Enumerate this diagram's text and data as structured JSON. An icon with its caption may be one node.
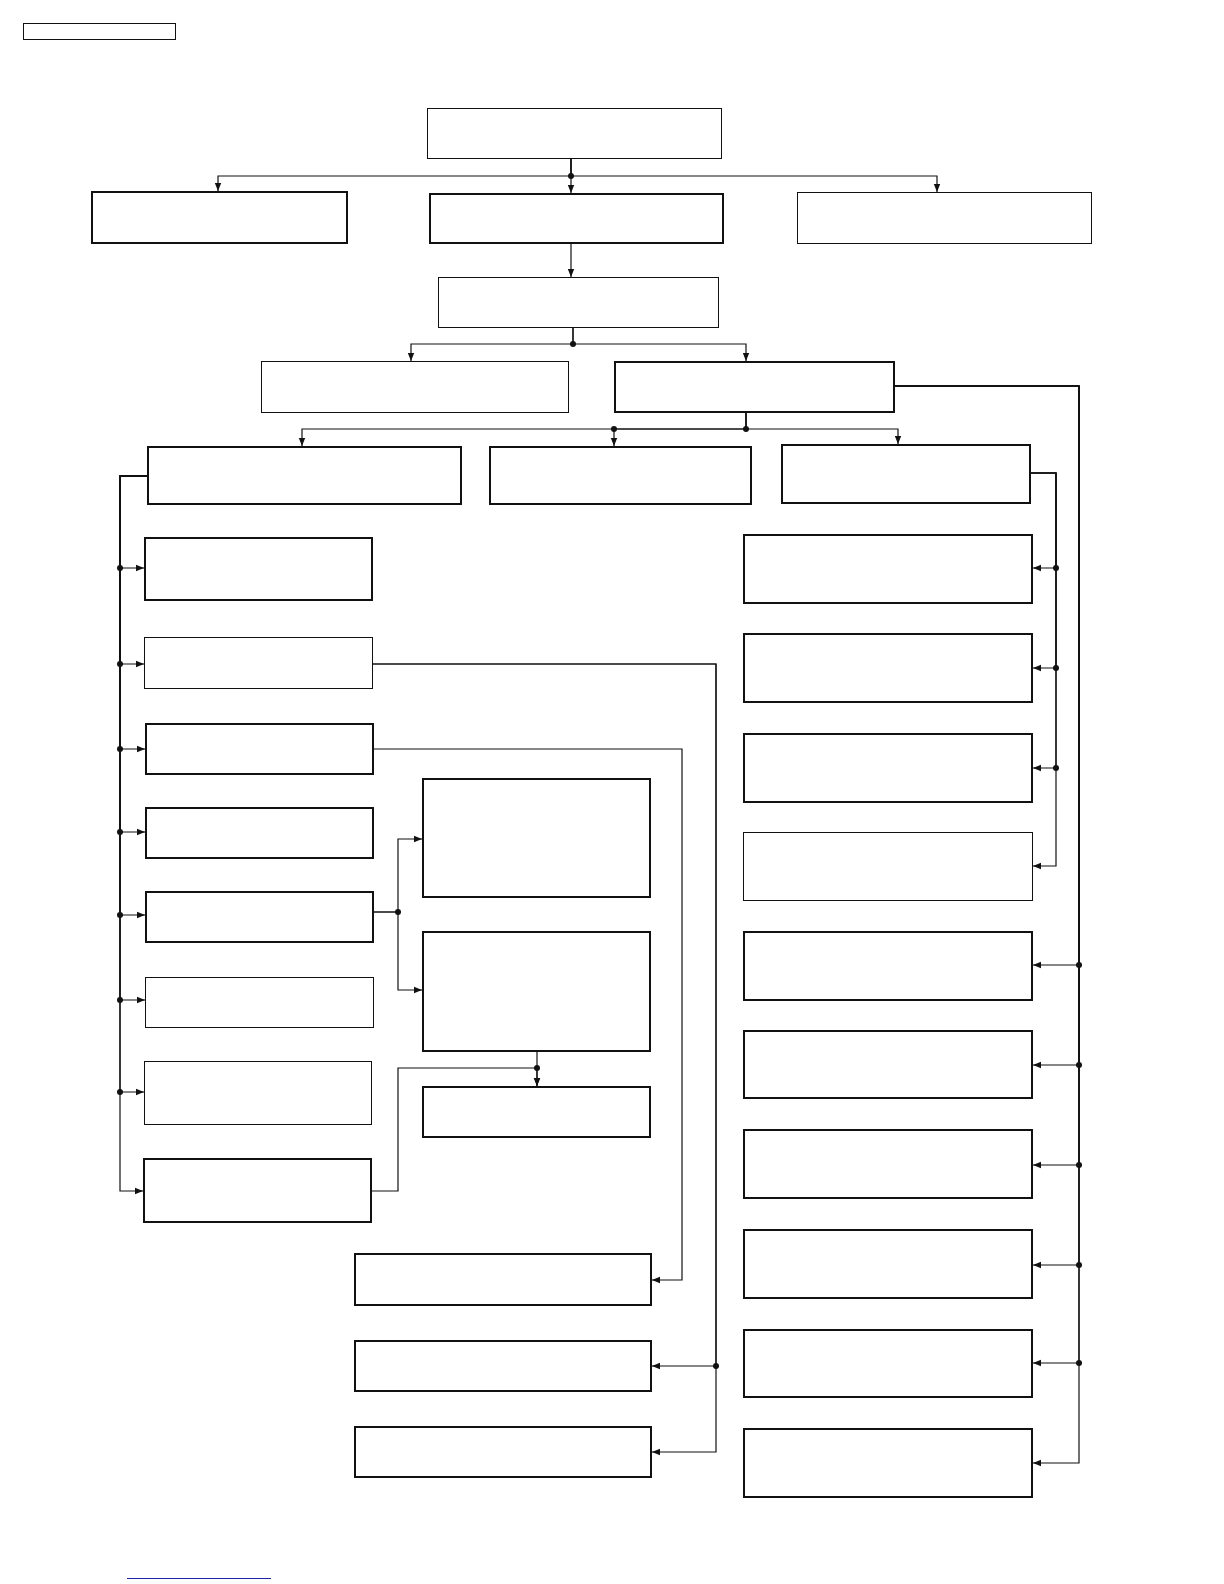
{
  "diagram": {
    "nodes": [
      {
        "text": [],
        "shape": "box"
      },
      {
        "text": [],
        "shape": "box"
      },
      {
        "text": [],
        "shape": "box"
      },
      {
        "text": [],
        "shape": "box"
      },
      {
        "text": [],
        "shape": "box"
      },
      {
        "text": [],
        "shape": "box"
      },
      {
        "text": [],
        "shape": "box"
      },
      {
        "text": [],
        "shape": "box"
      },
      {
        "text": [],
        "shape": "box"
      },
      {
        "text": [],
        "shape": "box"
      },
      {
        "text": [],
        "shape": "box"
      },
      {
        "text": [],
        "shape": "box"
      },
      {
        "text": [],
        "shape": "box"
      },
      {
        "text": [],
        "shape": "box"
      },
      {
        "text": [],
        "shape": "box"
      },
      {
        "text": [],
        "shape": "box"
      },
      {
        "text": [],
        "shape": "box"
      },
      {
        "text": [],
        "shape": "box"
      },
      {
        "text": [],
        "shape": "box"
      },
      {
        "text": [],
        "shape": "box"
      },
      {
        "text": [],
        "shape": "box"
      },
      {
        "text": [],
        "shape": "box"
      },
      {
        "text": [],
        "shape": "box"
      },
      {
        "text": [],
        "shape": "box"
      },
      {
        "text": [],
        "shape": "box"
      },
      {
        "text": [],
        "shape": "box"
      },
      {
        "text": [],
        "shape": "box"
      },
      {
        "text": [],
        "shape": "box"
      },
      {
        "text": [],
        "shape": "box"
      },
      {
        "text": [],
        "shape": "box"
      },
      {
        "text": [],
        "shape": "box"
      },
      {
        "text": [],
        "shape": "box"
      },
      {
        "text": [],
        "shape": "box"
      },
      {
        "text": [],
        "shape": "box"
      },
      {
        "text": [],
        "shape": "box"
      }
    ],
    "edges": [
      {
        "from": 1,
        "to": 2,
        "arrow": "to"
      },
      {
        "from": 1,
        "to": 3,
        "arrow": "to"
      },
      {
        "from": 1,
        "to": 4,
        "arrow": "to"
      },
      {
        "from": 3,
        "to": 5,
        "arrow": "to"
      },
      {
        "from": 5,
        "to": 6,
        "arrow": "to"
      },
      {
        "from": 5,
        "to": 7,
        "arrow": "to"
      },
      {
        "from": 7,
        "to": 8,
        "arrow": "to"
      },
      {
        "from": 7,
        "to": 9,
        "arrow": "to"
      },
      {
        "from": 7,
        "to": 10,
        "arrow": "to"
      },
      {
        "from": 8,
        "to": 11,
        "arrow": "to"
      },
      {
        "from": 8,
        "to": 12,
        "arrow": "to"
      },
      {
        "from": 8,
        "to": 13,
        "arrow": "to"
      },
      {
        "from": 8,
        "to": 14,
        "arrow": "to"
      },
      {
        "from": 8,
        "to": 15,
        "arrow": "to"
      },
      {
        "from": 8,
        "to": 16,
        "arrow": "to"
      },
      {
        "from": 8,
        "to": 17,
        "arrow": "to"
      },
      {
        "from": 8,
        "to": 18,
        "arrow": "to"
      },
      {
        "from": 15,
        "to": 19,
        "arrow": "to"
      },
      {
        "from": 15,
        "to": 20,
        "arrow": "to"
      },
      {
        "from": 20,
        "to": 21,
        "arrow": "to"
      },
      {
        "from": 18,
        "to": 21,
        "arrow": "to"
      },
      {
        "from": 13,
        "to": 22,
        "arrow": "to"
      },
      {
        "from": 12,
        "to": 23,
        "arrow": "to"
      },
      {
        "from": 12,
        "to": 24,
        "arrow": "to"
      },
      {
        "from": 10,
        "to": 25,
        "arrow": "to"
      },
      {
        "from": 10,
        "to": 26,
        "arrow": "to"
      },
      {
        "from": 10,
        "to": 27,
        "arrow": "to"
      },
      {
        "from": 10,
        "to": 28,
        "arrow": "to"
      },
      {
        "from": 7,
        "to": 29,
        "arrow": "to"
      },
      {
        "from": 7,
        "to": 30,
        "arrow": "to"
      },
      {
        "from": 7,
        "to": 31,
        "arrow": "to"
      },
      {
        "from": 7,
        "to": 32,
        "arrow": "to"
      },
      {
        "from": 7,
        "to": 33,
        "arrow": "to"
      },
      {
        "from": 7,
        "to": 34,
        "arrow": "to"
      }
    ]
  }
}
